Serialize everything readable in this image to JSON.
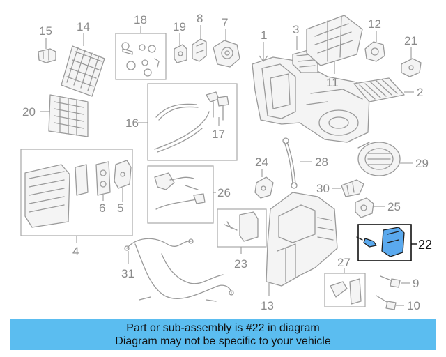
{
  "callouts": {
    "c1": "1",
    "c2": "2",
    "c3": "3",
    "c4": "4",
    "c5": "5",
    "c6": "6",
    "c7": "7",
    "c8": "8",
    "c9": "9",
    "c10": "10",
    "c11": "11",
    "c12": "12",
    "c13": "13",
    "c14": "14",
    "c15": "15",
    "c16": "16",
    "c17": "17",
    "c18": "18",
    "c19": "19",
    "c20": "20",
    "c21": "21",
    "c22": "22",
    "c23": "23",
    "c24": "24",
    "c25": "25",
    "c26": "26",
    "c27": "27",
    "c28": "28",
    "c29": "29",
    "c30": "30",
    "c31": "31"
  },
  "highlighted_part": "22",
  "banner": {
    "line1": "Part or sub-assembly is #22 in diagram",
    "line2": "Diagram may not be specific to your vehicle"
  },
  "colors": {
    "highlight": "#5aa9ee",
    "banner": "#5bbdf0",
    "line": "#9a9a9a"
  }
}
